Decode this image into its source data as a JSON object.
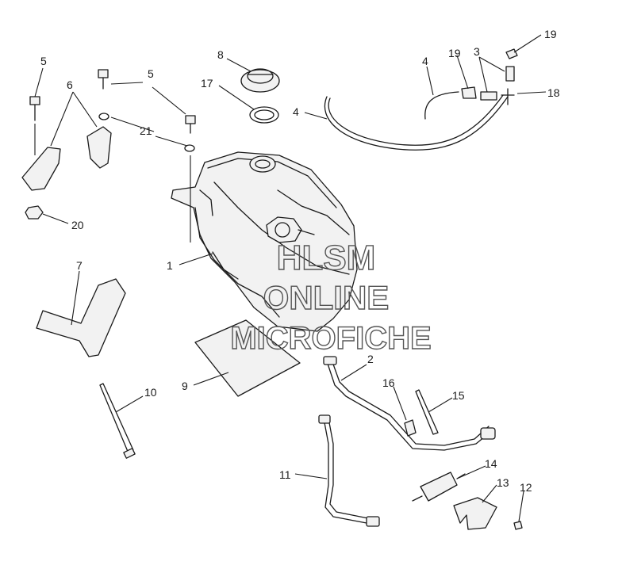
{
  "colors": {
    "line": "#1a1a1a",
    "part_fill": "#f2f2f2",
    "watermark": "#555555"
  },
  "watermark": {
    "line1": "HLSM",
    "line2": "ONLINE",
    "line3": "MICROFICHE"
  },
  "callouts": [
    {
      "id": "c1",
      "label": "1"
    },
    {
      "id": "c2",
      "label": "2"
    },
    {
      "id": "c3",
      "label": "3"
    },
    {
      "id": "c4a",
      "label": "4"
    },
    {
      "id": "c4b",
      "label": "4"
    },
    {
      "id": "c5a",
      "label": "5"
    },
    {
      "id": "c5b",
      "label": "5"
    },
    {
      "id": "c6",
      "label": "6"
    },
    {
      "id": "c7",
      "label": "7"
    },
    {
      "id": "c8",
      "label": "8"
    },
    {
      "id": "c9",
      "label": "9"
    },
    {
      "id": "c10",
      "label": "10"
    },
    {
      "id": "c11",
      "label": "11"
    },
    {
      "id": "c12",
      "label": "12"
    },
    {
      "id": "c13",
      "label": "13"
    },
    {
      "id": "c14",
      "label": "14"
    },
    {
      "id": "c15",
      "label": "15"
    },
    {
      "id": "c16",
      "label": "16"
    },
    {
      "id": "c17",
      "label": "17"
    },
    {
      "id": "c18",
      "label": "18"
    },
    {
      "id": "c19a",
      "label": "19"
    },
    {
      "id": "c19b",
      "label": "19"
    },
    {
      "id": "c20",
      "label": "20"
    },
    {
      "id": "c21",
      "label": "21"
    }
  ]
}
